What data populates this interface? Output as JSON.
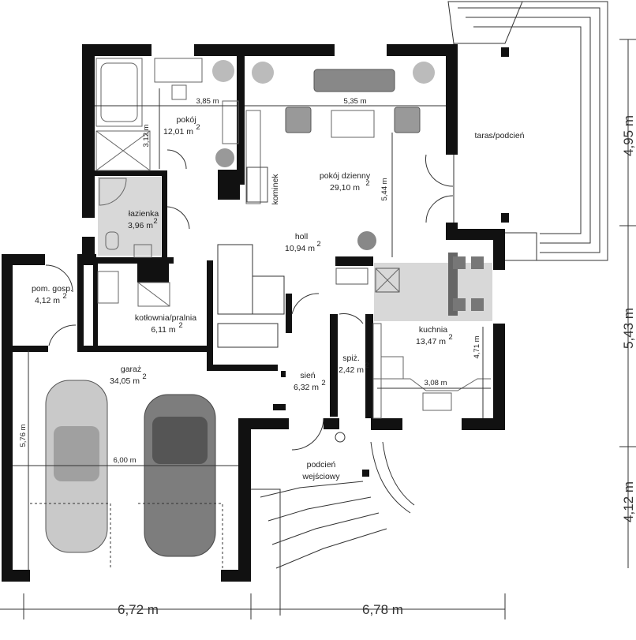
{
  "rooms": {
    "pokoj": {
      "name": "pokój",
      "area": "12,01 m"
    },
    "pokoj_dzienny": {
      "name": "pokój dzienny",
      "area": "29,10 m"
    },
    "lazienka": {
      "name": "łazienka",
      "area": "3,96 m"
    },
    "holl": {
      "name": "holl",
      "area": "10,94 m"
    },
    "pom_gosp": {
      "name": "pom. gosp.",
      "area": "4,12 m"
    },
    "kotlownia": {
      "name": "kotłownia/pralnia",
      "area": "6,11 m"
    },
    "kuchnia": {
      "name": "kuchnia",
      "area": "13,47 m"
    },
    "spiz": {
      "name": "spiż.",
      "area": "2,42 m"
    },
    "sien": {
      "name": "sień",
      "area": "6,32 m"
    },
    "garaz": {
      "name": "garaż",
      "area": "34,05 m"
    },
    "taras": {
      "name": "taras/podcień"
    },
    "podcien_line1": "podcień",
    "podcien_line2": "wejściowy",
    "kominek": "kominek",
    "sup": "2"
  },
  "dimensions": {
    "d385": "3,85 m",
    "d312": "3,12 m",
    "d535": "5,35 m",
    "d544": "5,44 m",
    "d471": "4,71 m",
    "d308": "3,08 m",
    "d576": "5,76 m",
    "d600": "6,00 m"
  },
  "outer_dimensions": {
    "bottom_left": "6,72 m",
    "bottom_right": "6,78 m",
    "right_top": "4,95 m",
    "right_middle": "5,43 m",
    "right_bottom": "4,12 m"
  },
  "colors": {
    "wall": "#111111",
    "car_light": "#c9c9c9",
    "car_dark": "#7d7d7d",
    "tile": "#d8d8d8"
  }
}
